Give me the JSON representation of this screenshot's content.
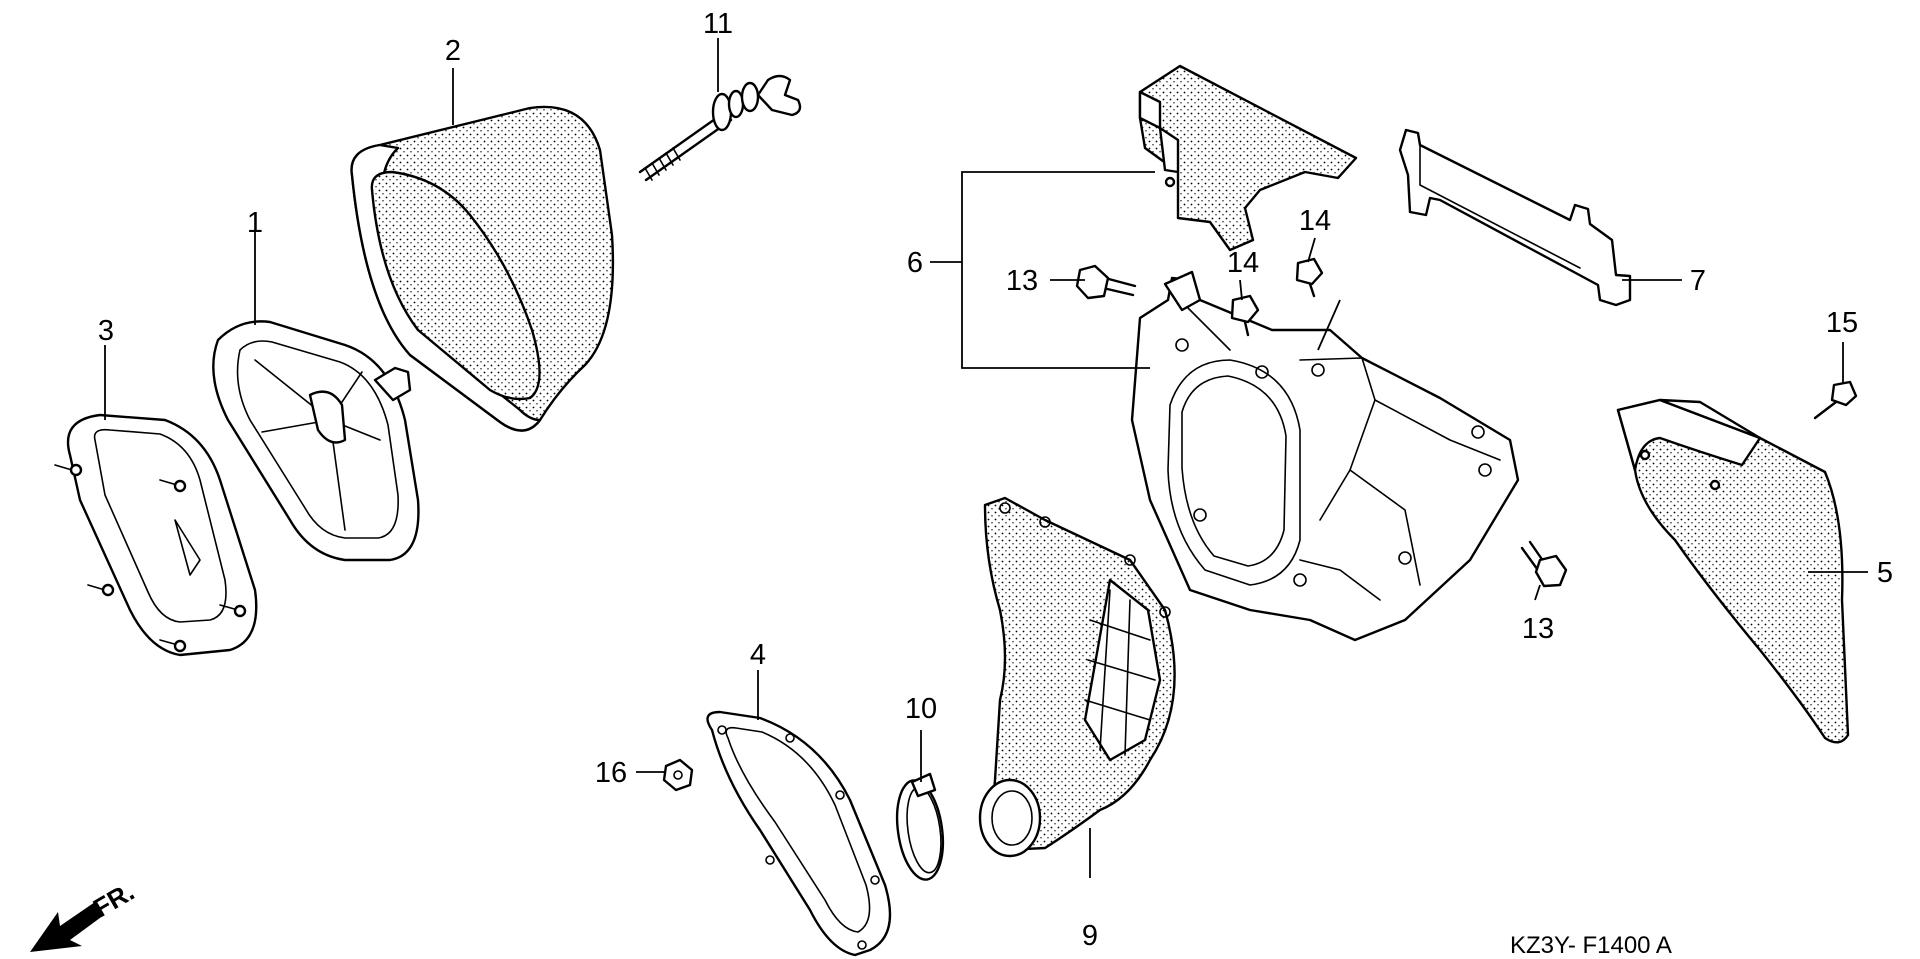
{
  "diagram": {
    "callouts": [
      "1",
      "2",
      "3",
      "4",
      "5",
      "6",
      "7",
      "9",
      "10",
      "11",
      "13",
      "13",
      "14",
      "14",
      "15",
      "16"
    ],
    "diagram_code": "KZ3Y- F1400 A",
    "direction_label": "FR."
  }
}
